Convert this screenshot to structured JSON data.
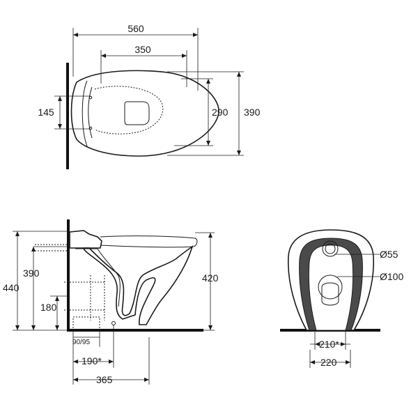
{
  "top_view": {
    "dims": {
      "width_overall": "560",
      "width_bowl": "350",
      "height_fixing": "145",
      "height_bowl": "290",
      "height_overall": "390"
    }
  },
  "side_view": {
    "dims": {
      "height_overall": "440",
      "height_inlet": "390",
      "height_outlet": "180",
      "height_rim": "420",
      "outlet_diameter": "90/95",
      "outlet_distance": "190*",
      "projection": "365"
    }
  },
  "back_view": {
    "dims": {
      "inlet_diameter": "Ø55",
      "outlet_diameter": "Ø100",
      "fixing_width": "210*",
      "base_width": "220"
    }
  }
}
